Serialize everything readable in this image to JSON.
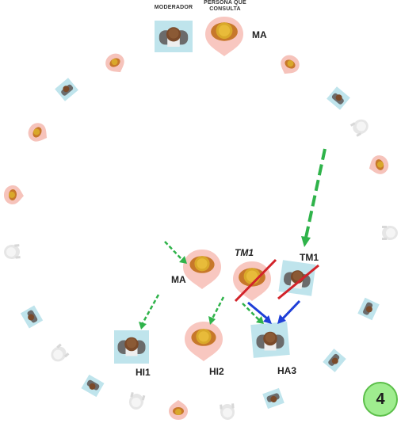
{
  "header": {
    "moderator": "MODERADOR",
    "consultant_line1": "PERSONA QUE",
    "consultant_line2": "CONSULTA"
  },
  "labels": {
    "ma_top": "MA",
    "ma_mid": "MA",
    "tm1_left": "TM1",
    "tm1_right": "TM1",
    "hi1": "HI1",
    "hi2": "HI2",
    "ha3": "HA3"
  },
  "step_number": "4",
  "colors": {
    "green_arrow": "#2fb34a",
    "blue_arrow": "#1f3fd8",
    "cross": "#d2232a",
    "seat_bg_blue": "#bfe4ec",
    "seat_bg_pink": "#f8c7c0",
    "step_badge": "#9fed8f"
  }
}
